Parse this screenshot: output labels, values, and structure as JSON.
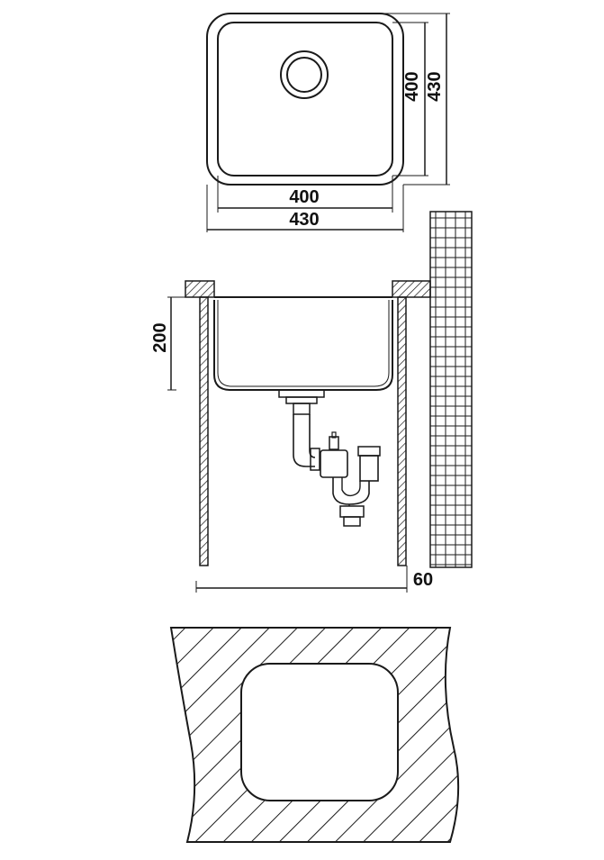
{
  "diagram": {
    "colors": {
      "stroke": "#1a1a1a",
      "hatch": "#1a1a1a",
      "background": "#ffffff"
    },
    "top_view": {
      "inner_width_label": "400",
      "outer_width_label": "430",
      "inner_depth_label": "400",
      "outer_depth_label": "430"
    },
    "side_view": {
      "bowl_depth_label": "200",
      "offset_label": "60"
    },
    "cutout_view": {}
  }
}
